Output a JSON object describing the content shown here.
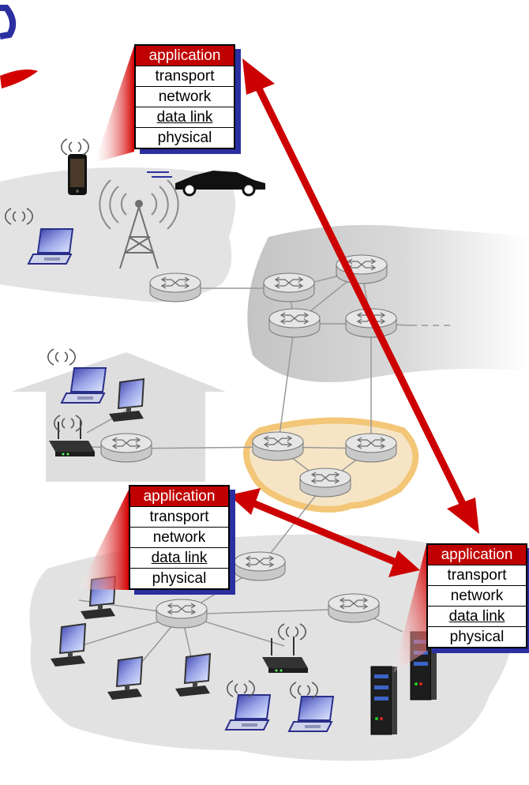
{
  "stacks": {
    "top": [
      "application",
      "transport",
      "network",
      "data link",
      "physical"
    ],
    "left": [
      "application",
      "transport",
      "network",
      "data link",
      "physical"
    ],
    "right": [
      "application",
      "transport",
      "network",
      "data link",
      "physical"
    ]
  },
  "colors": {
    "arrow": "#cc0000",
    "app_layer": "#c00000",
    "stack_shadow": "#2b2fa0",
    "cloud": "#e4e4e4",
    "highlight": "#f2c06a"
  },
  "icons": [
    "smartphone-icon",
    "car-icon",
    "cell-tower-icon",
    "laptop-icon",
    "desktop-icon",
    "wifi-router-icon",
    "server-icon",
    "router-icon",
    "house-icon",
    "wireless-signal-icon"
  ]
}
